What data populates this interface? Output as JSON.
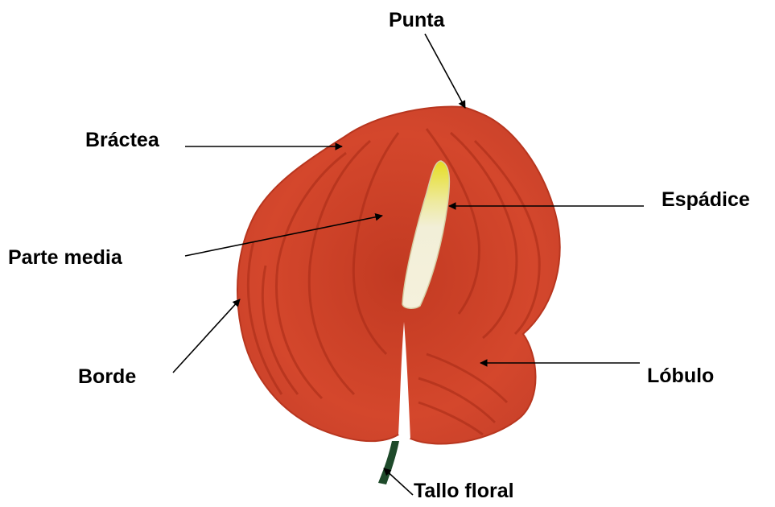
{
  "diagram": {
    "labels": {
      "punta": "Punta",
      "bractea": "Bráctea",
      "espadice": "Espádice",
      "parte_media": "Parte media",
      "borde": "Borde",
      "lobulo": "Lóbulo",
      "tallo_floral": "Tallo floral"
    },
    "colors": {
      "bract": "#d4472c",
      "bract_dark": "#a62a16",
      "bract_vein": "#b8361f",
      "spadix_tip": "#e8e02a",
      "spadix": "#f1eed6",
      "stem": "#1e4a2a",
      "label": "#000000",
      "line": "#000000"
    }
  }
}
